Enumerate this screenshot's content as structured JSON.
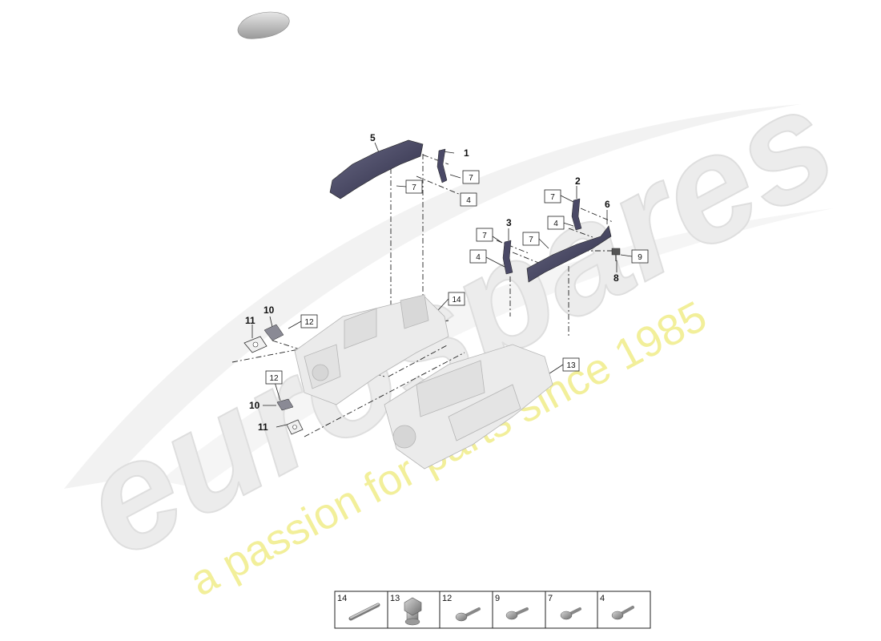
{
  "watermark": {
    "brand": "eurospares",
    "tagline": "a passion for parts since 1985",
    "tagline_color": "#f2ef9a",
    "brand_color": "#ececec"
  },
  "callouts": {
    "c1": "1",
    "c2": "2",
    "c3": "3",
    "c5": "5",
    "c6": "6",
    "c8": "8",
    "c10a": "10",
    "c10b": "10",
    "c11a": "11",
    "c11b": "11"
  },
  "boxes": {
    "b7a": "7",
    "b7b": "7",
    "b4a": "4",
    "b7c": "7",
    "b4b": "4",
    "b7d": "7",
    "b7e": "7",
    "b4c": "4",
    "b9": "9",
    "b14": "14",
    "b12a": "12",
    "b12b": "12",
    "b13": "13"
  },
  "legend": [
    "14",
    "13",
    "12",
    "9",
    "7",
    "4"
  ],
  "colors": {
    "part_dark": "#3d3c55",
    "engine": "#e9e9e9",
    "line": "#222222"
  }
}
